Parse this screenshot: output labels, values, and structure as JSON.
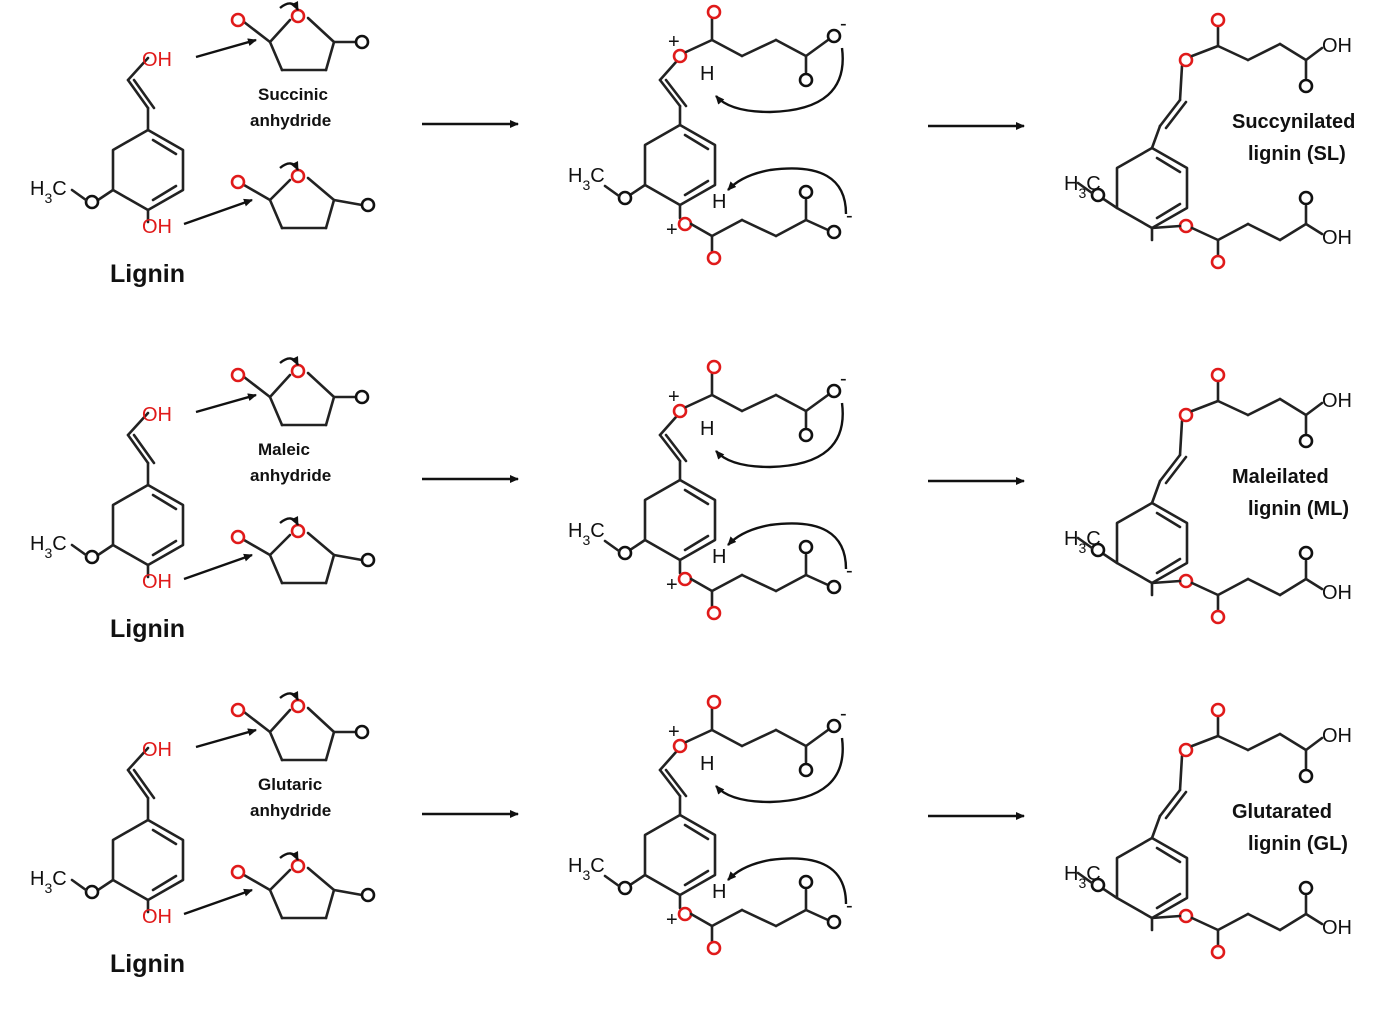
{
  "labels": {
    "oh": "OH",
    "h": "H",
    "ch3": "H3C",
    "plus": "+",
    "minus": "-"
  },
  "rows": [
    {
      "lignin_label": "Lignin",
      "anhydride_line1": "Succinic",
      "anhydride_line2": "anhydride",
      "product_line1": "Succynilated",
      "product_line2": "lignin (SL)"
    },
    {
      "lignin_label": "Lignin",
      "anhydride_line1": "Maleic",
      "anhydride_line2": "anhydride",
      "product_line1": "Maleilated",
      "product_line2": "lignin (ML)"
    },
    {
      "lignin_label": "Lignin",
      "anhydride_line1": "Glutaric",
      "anhydride_line2": "anhydride",
      "product_line1": "Glutarated",
      "product_line2": "lignin (GL)"
    }
  ]
}
